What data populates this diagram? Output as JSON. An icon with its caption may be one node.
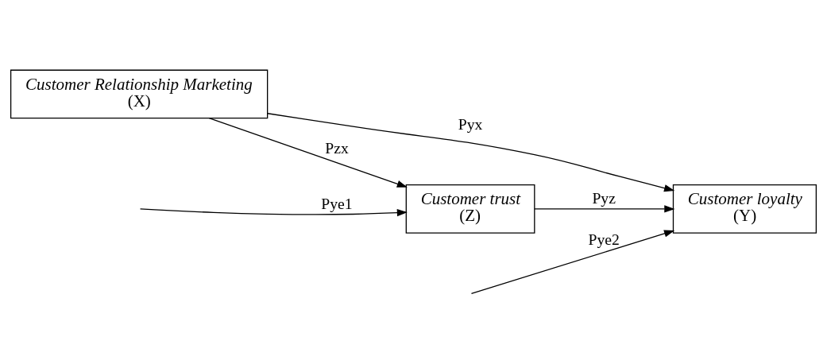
{
  "diagram": {
    "nodes": [
      {
        "text": [
          "Customer Relationship Marketing",
          "(X)"
        ]
      },
      {
        "text": [
          "Customer loyalty",
          "(Y)"
        ]
      },
      {
        "text": [
          "Customer trust",
          "(Z)"
        ]
      }
    ],
    "edges": [
      {
        "from": 0,
        "to": 1,
        "arrow": "to",
        "label": "Pyx"
      },
      {
        "from": 0,
        "to": 2,
        "arrow": "to",
        "label": "Pzx"
      },
      {
        "from": 2,
        "to": 1,
        "arrow": "to",
        "label": "Pyz"
      },
      {
        "from": null,
        "to": 2,
        "arrow": "to",
        "label": "Pye1"
      },
      {
        "from": null,
        "to": 1,
        "arrow": "to",
        "label": "Pye2"
      }
    ]
  }
}
